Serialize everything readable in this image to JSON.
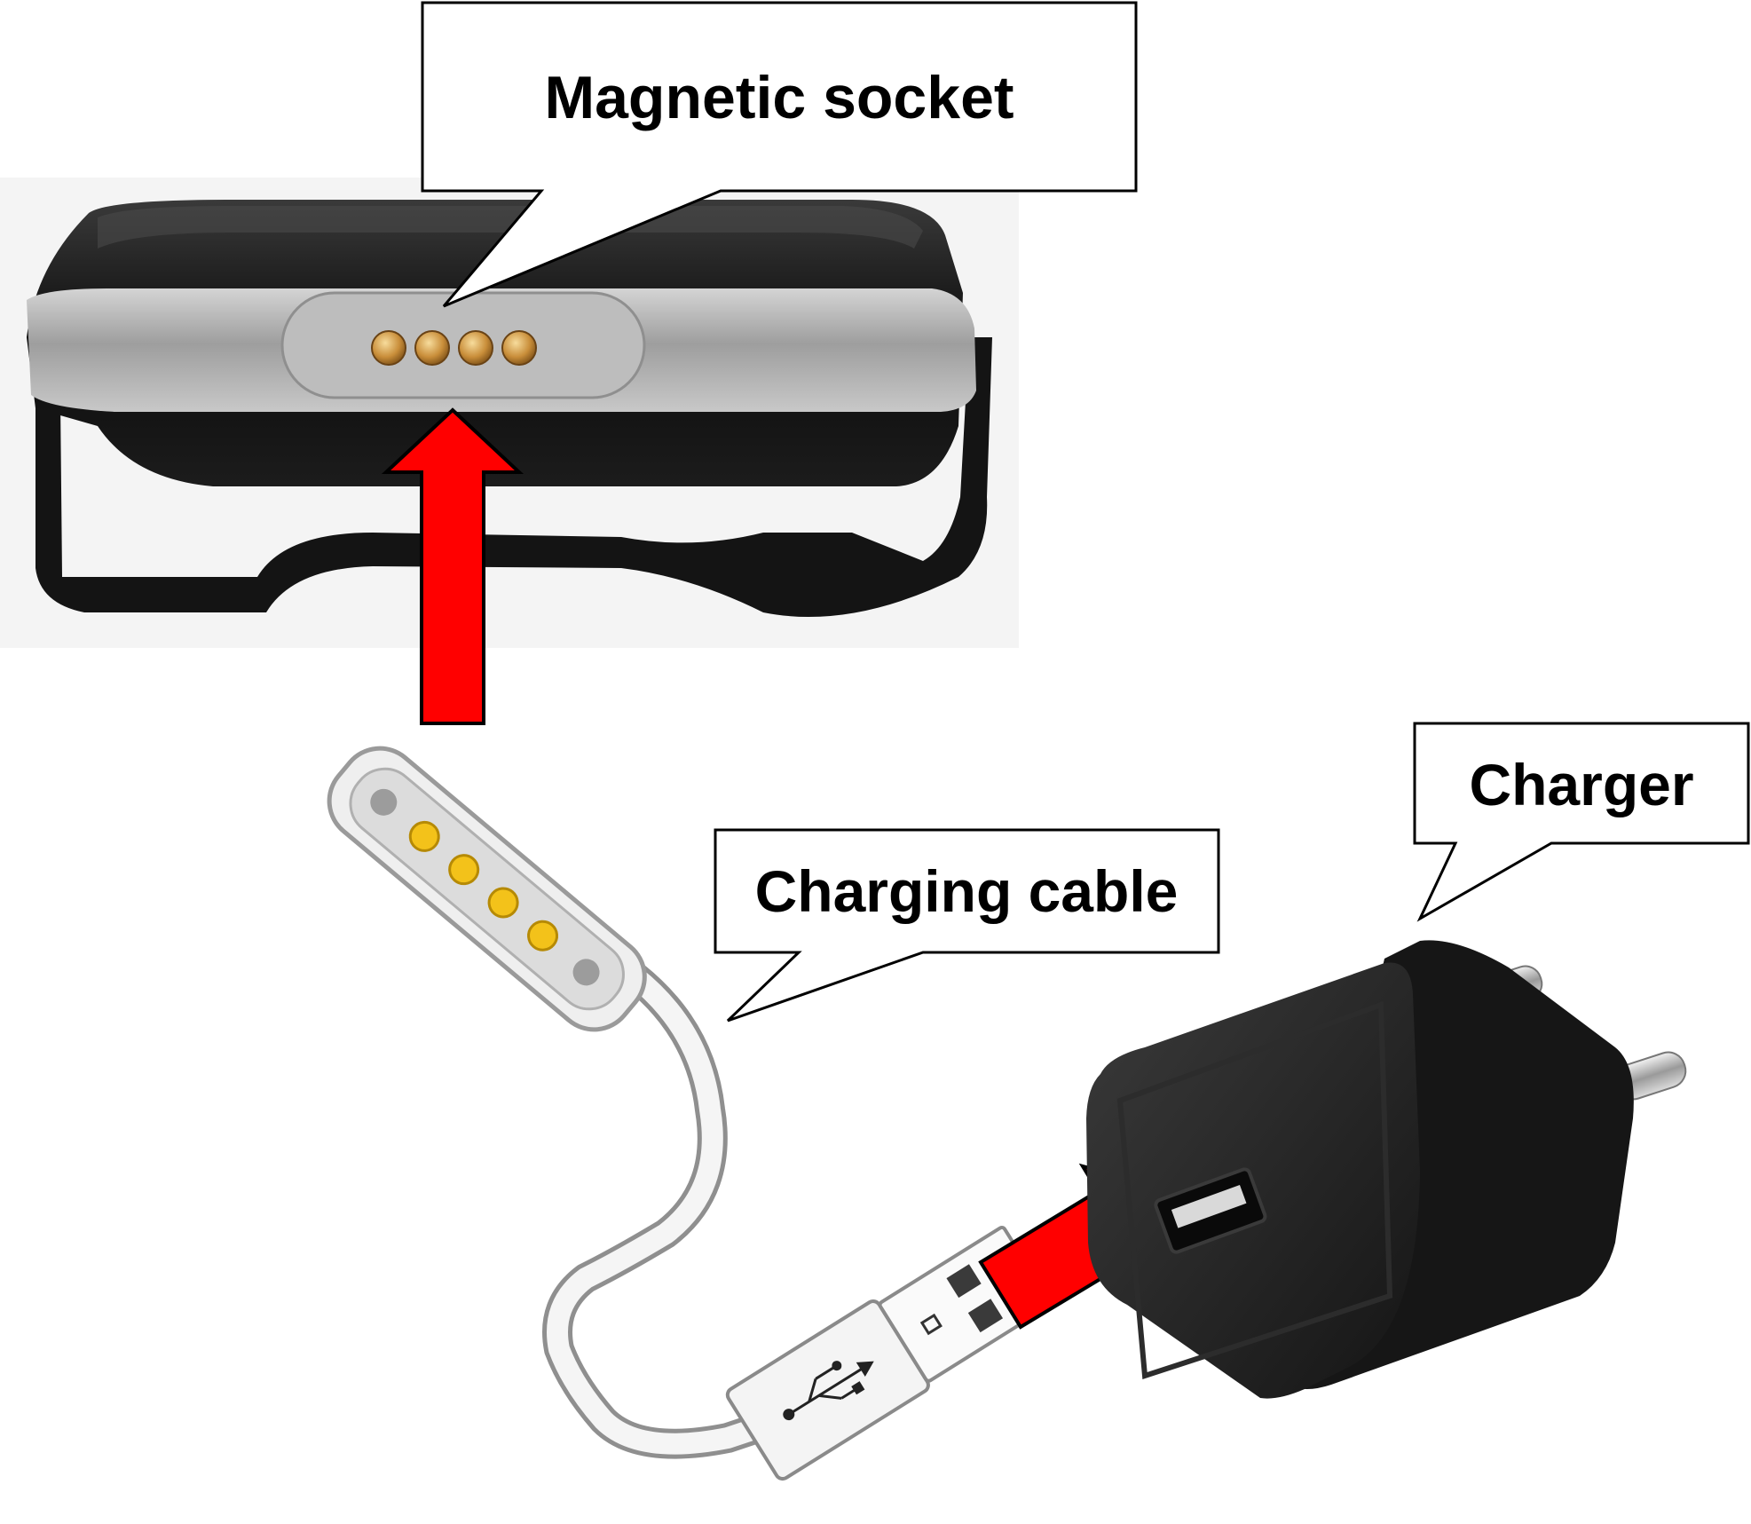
{
  "callouts": {
    "magnetic_socket": "Magnetic socket",
    "charging_cable": "Charging cable",
    "charger": "Charger"
  },
  "colors": {
    "arrow": "#ff0000",
    "device_body": "#111111",
    "device_band": "#a9a9a9",
    "pin_gold": "#d8a24a",
    "cable_white": "#f2f2f2",
    "charger_black": "#1a1a1a"
  }
}
